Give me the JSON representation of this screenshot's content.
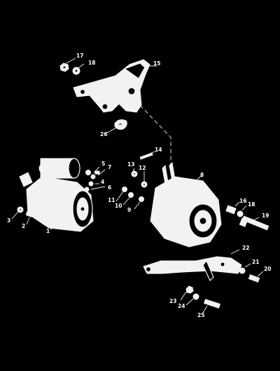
{
  "diagram": {
    "callouts": [
      {
        "id": "c1",
        "text": "1"
      },
      {
        "id": "c2",
        "text": "2"
      },
      {
        "id": "c3",
        "text": "3"
      },
      {
        "id": "c4",
        "text": "4"
      },
      {
        "id": "c5",
        "text": "5"
      },
      {
        "id": "c6",
        "text": "6"
      },
      {
        "id": "c7",
        "text": "7"
      },
      {
        "id": "c8",
        "text": "8"
      },
      {
        "id": "c9",
        "text": "9"
      },
      {
        "id": "c10",
        "text": "10"
      },
      {
        "id": "c11",
        "text": "11"
      },
      {
        "id": "c12",
        "text": "12"
      },
      {
        "id": "c13",
        "text": "13"
      },
      {
        "id": "c14",
        "text": "14"
      },
      {
        "id": "c15",
        "text": "15"
      },
      {
        "id": "c16",
        "text": "16"
      },
      {
        "id": "c17",
        "text": "17"
      },
      {
        "id": "c18a",
        "text": "18"
      },
      {
        "id": "c18b",
        "text": "18"
      },
      {
        "id": "c19",
        "text": "19"
      },
      {
        "id": "c20",
        "text": "20"
      },
      {
        "id": "c21",
        "text": "21"
      },
      {
        "id": "c22",
        "text": "22"
      },
      {
        "id": "c23",
        "text": "23"
      },
      {
        "id": "c24",
        "text": "24"
      },
      {
        "id": "c25",
        "text": "25"
      },
      {
        "id": "c26",
        "text": "26"
      }
    ]
  }
}
